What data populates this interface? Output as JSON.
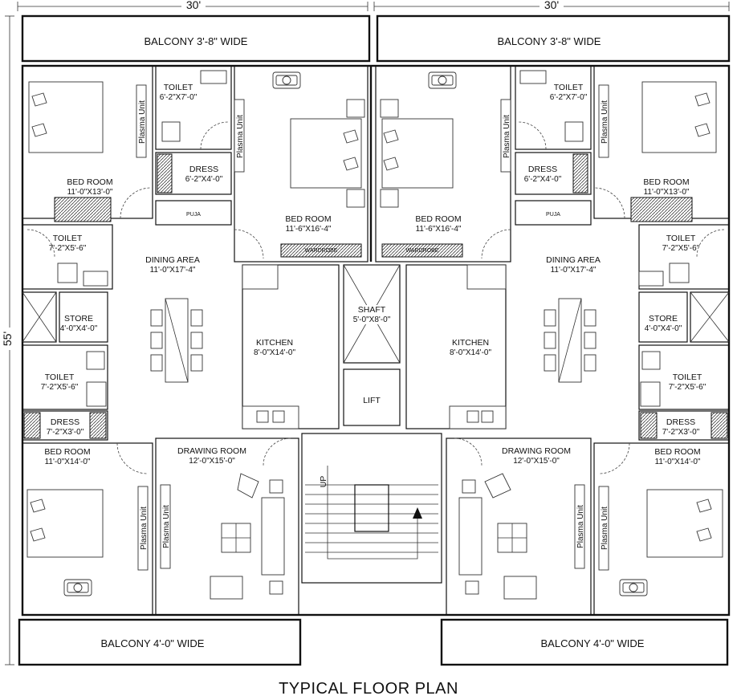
{
  "dimensions": {
    "left_width": "30'",
    "right_width": "30'",
    "depth": "55'"
  },
  "balconies": {
    "top_left": "BALCONY 3'-8\" WIDE",
    "top_right": "BALCONY 3'-8\" WIDE",
    "bottom_left": "BALCONY 4'-0\" WIDE",
    "bottom_right": "BALCONY 4'-0\" WIDE"
  },
  "left_unit": {
    "bedroom1": {
      "name": "BED ROOM",
      "size": "11'-0\"X13'-0\""
    },
    "toilet1": {
      "name": "TOILET",
      "size": "6'-2\"X7'-0\""
    },
    "dress1": {
      "name": "DRESS",
      "size": "6'-2\"X4'-0\""
    },
    "puja": "PUJA",
    "master_bedroom": {
      "name": "BED ROOM",
      "size": "11'-6\"X16'-4\""
    },
    "toilet2": {
      "name": "TOILET",
      "size": "7'-2\"X5'-6\""
    },
    "dining": {
      "name": "DINING AREA",
      "size": "11'-0\"X17'-4\""
    },
    "store": {
      "name": "STORE",
      "size": "4'-0\"X4'-0\""
    },
    "kitchen": {
      "name": "KITCHEN",
      "size": "8'-0\"X14'-0\""
    },
    "toilet3": {
      "name": "TOILET",
      "size": "7'-2\"X5'-6\""
    },
    "dress2": {
      "name": "DRESS",
      "size": "7'-2\"X3'-0\""
    },
    "bedroom3": {
      "name": "BED ROOM",
      "size": "11'-0\"X14'-0\""
    },
    "drawing": {
      "name": "DRAWING ROOM",
      "size": "12'-0\"X15'-0\""
    }
  },
  "right_unit": {
    "bedroom1": {
      "name": "BED ROOM",
      "size": "11'-0\"X13'-0\""
    },
    "toilet1": {
      "name": "TOILET",
      "size": "6'-2\"X7'-0\""
    },
    "dress1": {
      "name": "DRESS",
      "size": "6'-2\"X4'-0\""
    },
    "puja": "PUJA",
    "master_bedroom": {
      "name": "BED ROOM",
      "size": "11'-6\"X16'-4\""
    },
    "toilet2": {
      "name": "TOILET",
      "size": "7'-2\"X5'-6\""
    },
    "dining": {
      "name": "DINING AREA",
      "size": "11'-0\"X17'-4\""
    },
    "store": {
      "name": "STORE",
      "size": "4'-0\"X4'-0\""
    },
    "kitchen": {
      "name": "KITCHEN",
      "size": "8'-0\"X14'-0\""
    },
    "toilet3": {
      "name": "TOILET",
      "size": "7'-2\"X5'-6\""
    },
    "dress2": {
      "name": "DRESS",
      "size": "7'-2\"X3'-0\""
    },
    "bedroom3": {
      "name": "BED ROOM",
      "size": "11'-0\"X14'-0\""
    },
    "drawing": {
      "name": "DRAWING ROOM",
      "size": "12'-0\"X15'-0\""
    }
  },
  "core": {
    "shaft": "SHAFT",
    "shaft_size": "5'-0\"X8'-0\"",
    "lift": "LIFT",
    "up": "UP"
  },
  "labels": {
    "wardrobe": "WARDROBE",
    "plasma": "Plasma Unit"
  },
  "title": "TYPICAL FLOOR PLAN"
}
